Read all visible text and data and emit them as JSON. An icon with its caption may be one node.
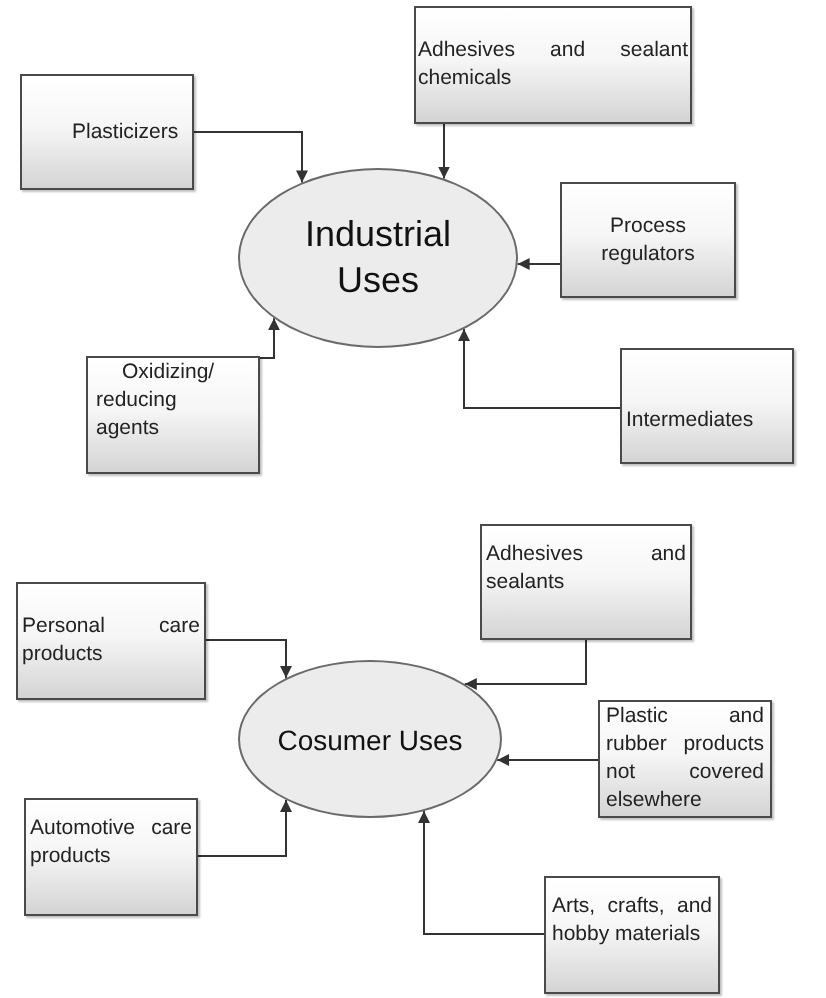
{
  "diagram": {
    "nodes": [
      {
        "text": [
          "Plasticizers"
        ]
      },
      {
        "text": [
          "Adhesives and sealant chemicals"
        ]
      },
      {
        "text": [
          "Industrial Uses"
        ]
      },
      {
        "text": [
          "Process regulators"
        ]
      },
      {
        "text": [
          "Oxidizing/ reducing agents"
        ]
      },
      {
        "text": [
          "Intermediates"
        ]
      },
      {
        "text": [
          "Adhesives and sealants"
        ]
      },
      {
        "text": [
          "Personal care products"
        ]
      },
      {
        "text": [
          "Cosumer Uses"
        ]
      },
      {
        "text": [
          "Plastic and rubber products not covered elsewhere"
        ]
      },
      {
        "text": [
          "Automotive care products"
        ]
      },
      {
        "text": [
          "Arts, crafts, and hobby materials"
        ]
      }
    ],
    "edges": [
      {
        "from": 0,
        "to": 2,
        "arrow": "to"
      },
      {
        "from": 1,
        "to": 2,
        "arrow": "to"
      },
      {
        "from": 3,
        "to": 2,
        "arrow": "to"
      },
      {
        "from": 4,
        "to": 2,
        "arrow": "to"
      },
      {
        "from": 5,
        "to": 2,
        "arrow": "to"
      },
      {
        "from": 6,
        "to": 8,
        "arrow": "to"
      },
      {
        "from": 7,
        "to": 8,
        "arrow": "to"
      },
      {
        "from": 9,
        "to": 8,
        "arrow": "to"
      },
      {
        "from": 10,
        "to": 8,
        "arrow": "to"
      },
      {
        "from": 11,
        "to": 8,
        "arrow": "to"
      }
    ]
  }
}
